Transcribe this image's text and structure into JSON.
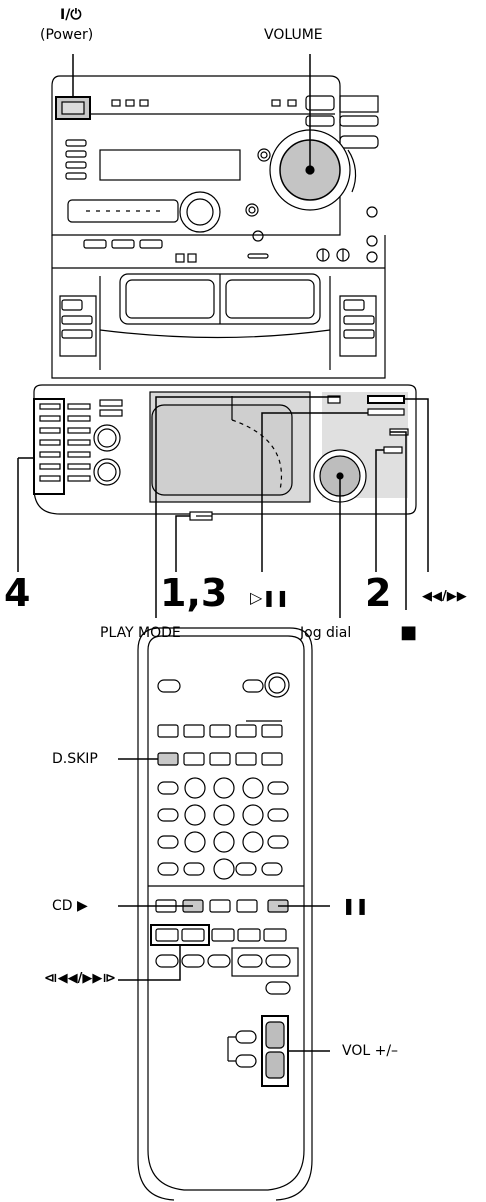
{
  "labels": {
    "power_symbol": "I/⏻",
    "power": "(Power)",
    "volume": "VOLUME",
    "play_mode": "PLAY MODE",
    "jog_dial": "Jog dial",
    "stop_symbol": "■",
    "play_pause_symbol": "▷❚❚",
    "rew_ff_symbol": "◀◀/▶▶",
    "d_skip": "D.SKIP",
    "cd_play": "CD ▶",
    "pause_symbol": "❚❚",
    "skip_symbol": "⧏◀◀/▶▶⧐",
    "vol": "VOL +/–"
  },
  "steps": {
    "step_4": "4",
    "step_1_3": "1,3",
    "step_2": "2"
  }
}
